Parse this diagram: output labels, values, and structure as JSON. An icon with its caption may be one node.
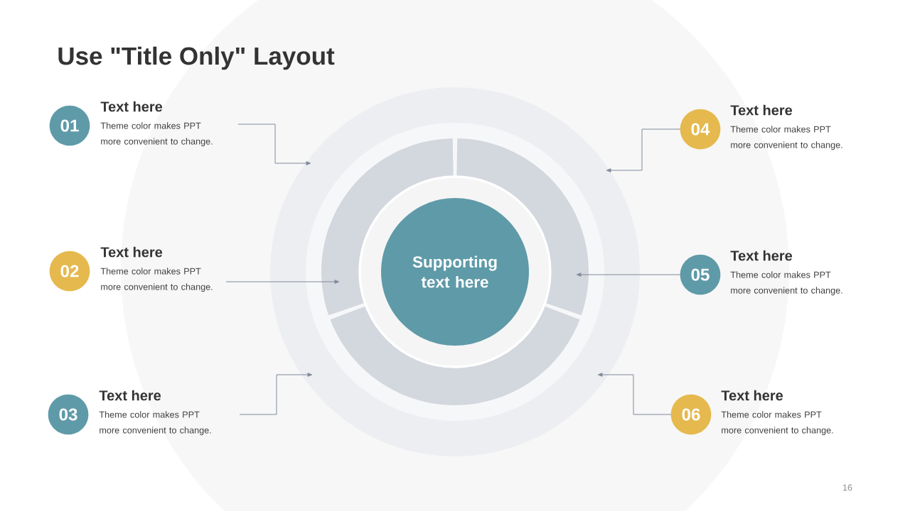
{
  "diagram": {
    "title": "Use \"Title Only\" Layout",
    "nodes": [
      {
        "text": [],
        "shape": "ring"
      },
      {
        "text": [],
        "shape": "segment",
        "in": 0
      },
      {
        "text": [],
        "shape": "segment",
        "in": 0
      },
      {
        "text": [],
        "shape": "segment",
        "in": 0
      },
      {
        "text": [
          "Supporting text here"
        ],
        "in": 0
      },
      {
        "text": [
          "01"
        ],
        "beside": [
          "Text here",
          "Theme color makes PPT more convenient to change."
        ]
      },
      {
        "text": [
          "02"
        ],
        "beside": [
          "Text here",
          "Theme color makes PPT more convenient to change."
        ]
      },
      {
        "text": [
          "03"
        ],
        "beside": [
          "Text here",
          "Theme color makes PPT more convenient to change."
        ]
      },
      {
        "text": [
          "04"
        ],
        "beside": [
          "Text here",
          "Theme color makes PPT more convenient to change."
        ]
      },
      {
        "text": [
          "05"
        ],
        "beside": [
          "Text here",
          "Theme color makes PPT more convenient to change."
        ]
      },
      {
        "text": [
          "06"
        ],
        "beside": [
          "Text here",
          "Theme color makes PPT more convenient to change."
        ]
      }
    ],
    "edges": [
      {
        "from": 5,
        "to": 0,
        "arrow": "to"
      },
      {
        "from": 6,
        "to": 1,
        "arrow": "to"
      },
      {
        "from": 7,
        "to": 0,
        "arrow": "to"
      },
      {
        "from": 8,
        "to": 0,
        "arrow": "to"
      },
      {
        "from": 9,
        "to": 2,
        "arrow": "to"
      },
      {
        "from": 10,
        "to": 0,
        "arrow": "to"
      }
    ],
    "labels": [
      "16"
    ]
  }
}
